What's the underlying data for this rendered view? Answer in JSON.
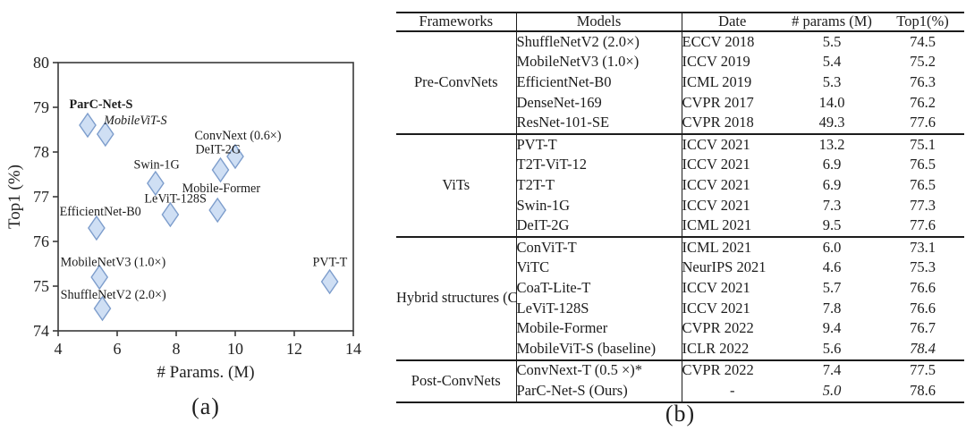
{
  "figure": {
    "caption_a": "(a)",
    "caption_b": "(b)"
  },
  "chart_data": {
    "type": "scatter",
    "title": "",
    "xlabel": "# Params. (M)",
    "ylabel": "Top1 (%)",
    "xlim": [
      4,
      14
    ],
    "ylim": [
      74,
      80
    ],
    "xticks": [
      "4",
      "6",
      "8",
      "10",
      "12",
      "14"
    ],
    "yticks": [
      "74",
      "75",
      "76",
      "77",
      "78",
      "79",
      "80"
    ],
    "grid": false,
    "legend": "none",
    "marker": "diamond",
    "marker_fill": "#cfdff4",
    "marker_stroke": "#7d9dcc",
    "axis_color": "#3a3a3a",
    "points": [
      {
        "label": "ParC-Net-S",
        "x": 5.0,
        "y": 78.6,
        "label_x": 4.38,
        "label_y": 78.98,
        "style": "bold"
      },
      {
        "label": "MobileViT-S",
        "x": 5.6,
        "y": 78.4,
        "label_x": 5.55,
        "label_y": 78.62,
        "style": "italic"
      },
      {
        "label": "ConvNext (0.6×)",
        "x": 10.0,
        "y": 77.9,
        "label_x": 8.62,
        "label_y": 78.28,
        "style": "normal"
      },
      {
        "label": "DeIT-2G",
        "x": 9.5,
        "y": 77.6,
        "label_x": 8.65,
        "label_y": 77.97,
        "style": "normal"
      },
      {
        "label": "Swin-1G",
        "x": 7.3,
        "y": 77.3,
        "label_x": 6.56,
        "label_y": 77.63,
        "style": "normal"
      },
      {
        "label": "Mobile-Former",
        "x": 9.4,
        "y": 76.7,
        "label_x": 8.2,
        "label_y": 77.1,
        "style": "normal"
      },
      {
        "label": "LeViT-128S",
        "x": 7.8,
        "y": 76.6,
        "label_x": 6.92,
        "label_y": 76.87,
        "style": "normal"
      },
      {
        "label": "EfficientNet-B0",
        "x": 5.3,
        "y": 76.3,
        "label_x": 4.05,
        "label_y": 76.58,
        "style": "normal"
      },
      {
        "label": "MobileNetV3 (1.0×)",
        "x": 5.4,
        "y": 75.2,
        "label_x": 4.08,
        "label_y": 75.45,
        "style": "normal"
      },
      {
        "label": "ShuffleNetV2 (2.0×)",
        "x": 5.5,
        "y": 74.5,
        "label_x": 4.08,
        "label_y": 74.72,
        "style": "normal"
      },
      {
        "label": "PVT-T",
        "x": 13.2,
        "y": 75.1,
        "label_x": 12.62,
        "label_y": 75.45,
        "style": "normal"
      }
    ]
  },
  "table": {
    "headers": [
      "Frameworks",
      "Models",
      "Date",
      "# params (M)",
      "Top1(%)"
    ],
    "groups": [
      {
        "framework": "Pre-ConvNets",
        "rows": [
          {
            "model": "ShuffleNetV2 (2.0×)",
            "date": "ECCV 2018",
            "params": "5.5",
            "top1": "74.5"
          },
          {
            "model": "MobileNetV3 (1.0×)",
            "date": "ICCV 2019",
            "params": "5.4",
            "top1": "75.2"
          },
          {
            "model": "EfficientNet-B0",
            "date": "ICML 2019",
            "params": "5.3",
            "top1": "76.3"
          },
          {
            "model": "DenseNet-169",
            "date": "CVPR 2017",
            "params": "14.0",
            "top1": "76.2"
          },
          {
            "model": "ResNet-101-SE",
            "date": "CVPR 2018",
            "params": "49.3",
            "top1": "77.6"
          }
        ]
      },
      {
        "framework": "ViTs",
        "rows": [
          {
            "model": "PVT-T",
            "date": "ICCV 2021",
            "params": "13.2",
            "top1": "75.1"
          },
          {
            "model": "T2T-ViT-12",
            "date": "ICCV 2021",
            "params": "6.9",
            "top1": "76.5"
          },
          {
            "model": "T2T-T",
            "date": "ICCV 2021",
            "params": "6.9",
            "top1": "76.5"
          },
          {
            "model": "Swin-1G",
            "date": "ICCV 2021",
            "params": "7.3",
            "top1": "77.3"
          },
          {
            "model": "DeIT-2G",
            "date": "ICML 2021",
            "params": "9.5",
            "top1": "77.6"
          }
        ]
      },
      {
        "framework": "Hybrid structures (ConvNet+ViT)",
        "rows": [
          {
            "model": "ConViT-T",
            "date": "ICML 2021",
            "params": "6.0",
            "top1": "73.1"
          },
          {
            "model": "ViTC",
            "date": "NeurIPS 2021",
            "params": "4.6",
            "params_style": "bold",
            "top1": "75.3"
          },
          {
            "model": "CoaT-Lite-T",
            "date": "ICCV 2021",
            "params": "5.7",
            "top1": "76.6"
          },
          {
            "model": "LeViT-128S",
            "date": "ICCV 2021",
            "params": "7.8",
            "top1": "76.6"
          },
          {
            "model": "Mobile-Former",
            "date": "CVPR 2022",
            "params": "9.4",
            "top1": "76.7"
          },
          {
            "model": "MobileViT-S (baseline)",
            "date": "ICLR 2022",
            "params": "5.6",
            "top1": "78.4",
            "top1_style": "italic"
          }
        ]
      },
      {
        "framework": "Post-ConvNets",
        "rows": [
          {
            "model": "ConvNext-T (0.5 ×)*",
            "date": "CVPR 2022",
            "params": "7.4",
            "top1": "77.5"
          },
          {
            "model": "ParC-Net-S  (Ours)",
            "date": "-",
            "params": "5.0",
            "params_style": "italic",
            "top1": "78.6",
            "top1_style": "bold"
          }
        ]
      }
    ]
  }
}
